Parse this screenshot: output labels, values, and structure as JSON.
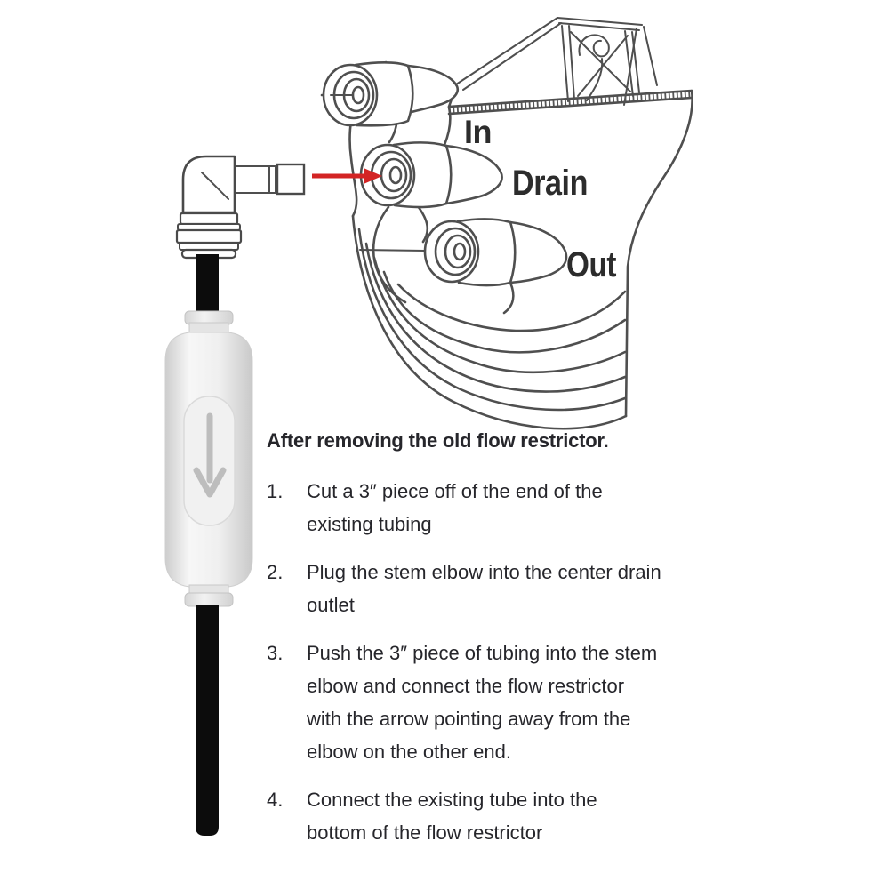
{
  "illustration": {
    "labels": {
      "in": "In",
      "drain": "Drain",
      "out": "Out"
    },
    "icons": {
      "drain_pointer": "red-arrow-right",
      "flow_direction": "down-arrow"
    },
    "colors": {
      "pointer_arrow": "#d32424",
      "line_art": "#4f4f4f",
      "tubing": "#0c0c0c",
      "restrictor_body": "#ededed"
    }
  },
  "instructions": {
    "heading": "After removing the old flow restrictor.",
    "items": [
      {
        "number": "1.",
        "text": "Cut a 3″ piece off of the end of the\nexisting tubing"
      },
      {
        "number": "2.",
        "text": "Plug the stem elbow into the center drain\noutlet"
      },
      {
        "number": "3.",
        "text": "Push the 3″ piece of tubing into the stem\nelbow and connect the flow restrictor\nwith the arrow pointing away from the\nelbow on the other end."
      },
      {
        "number": "4.",
        "text": "Connect the existing tube into the\nbottom of the flow restrictor"
      }
    ]
  }
}
